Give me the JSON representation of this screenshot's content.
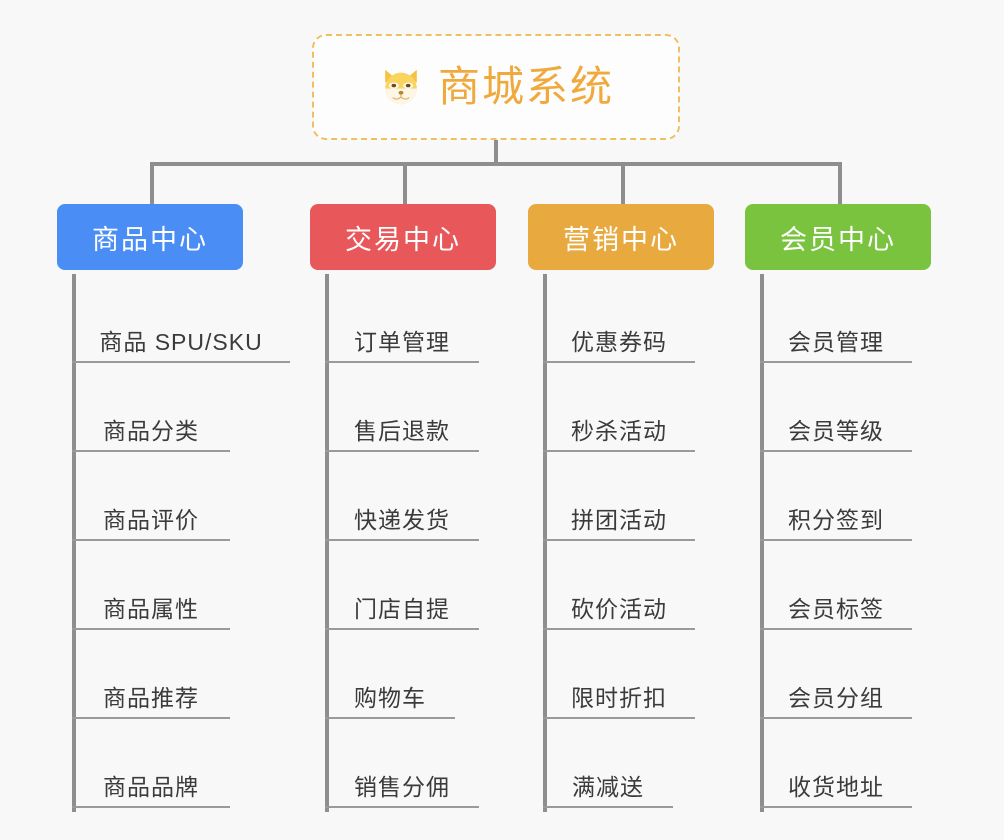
{
  "page": {
    "background_color": "#f8f8f8",
    "line_color": "#8e8e8e"
  },
  "root": {
    "title": "商城系统",
    "icon": "shiba-dog-face-emoji",
    "text_color": "#efa93c",
    "border_color": "#f0c060",
    "border_style": "dashed"
  },
  "columns": [
    {
      "key": "product-center",
      "title": "商品中心",
      "color": "#4a8ef5",
      "items": [
        {
          "label": "商品 SPU/SKU"
        },
        {
          "label": "商品分类"
        },
        {
          "label": "商品评价"
        },
        {
          "label": "商品属性"
        },
        {
          "label": "商品推荐"
        },
        {
          "label": "商品品牌"
        }
      ]
    },
    {
      "key": "trade-center",
      "title": "交易中心",
      "color": "#e8585a",
      "items": [
        {
          "label": "订单管理"
        },
        {
          "label": "售后退款"
        },
        {
          "label": "快递发货"
        },
        {
          "label": "门店自提"
        },
        {
          "label": "购物车"
        },
        {
          "label": "销售分佣"
        }
      ]
    },
    {
      "key": "marketing-center",
      "title": "营销中心",
      "color": "#e8a93e",
      "items": [
        {
          "label": "优惠券码"
        },
        {
          "label": "秒杀活动"
        },
        {
          "label": "拼团活动"
        },
        {
          "label": "砍价活动"
        },
        {
          "label": "限时折扣"
        },
        {
          "label": "满减送"
        }
      ]
    },
    {
      "key": "member-center",
      "title": "会员中心",
      "color": "#79c33f",
      "items": [
        {
          "label": "会员管理"
        },
        {
          "label": "会员等级"
        },
        {
          "label": "积分签到"
        },
        {
          "label": "会员标签"
        },
        {
          "label": "会员分组"
        },
        {
          "label": "收货地址"
        }
      ]
    }
  ]
}
